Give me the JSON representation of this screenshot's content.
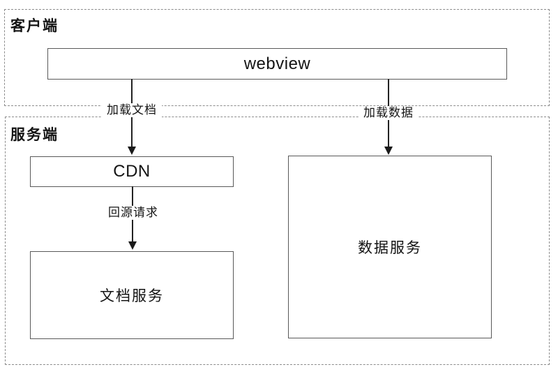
{
  "diagram": {
    "regions": {
      "client": {
        "label": "客户端"
      },
      "server": {
        "label": "服务端"
      }
    },
    "nodes": {
      "webview": {
        "label": "webview"
      },
      "cdn": {
        "label": "CDN"
      },
      "doc_service": {
        "label": "文档服务"
      },
      "data_service": {
        "label": "数据服务"
      }
    },
    "edges": {
      "load_doc": {
        "label": "加载文档"
      },
      "load_data": {
        "label": "加载数据"
      },
      "origin_request": {
        "label": "回源请求"
      }
    },
    "colors": {
      "background": "#ffffff",
      "node_border": "#595959",
      "region_border": "#8c8c8c",
      "arrow": "#1a1a1a",
      "text": "#151515"
    }
  }
}
